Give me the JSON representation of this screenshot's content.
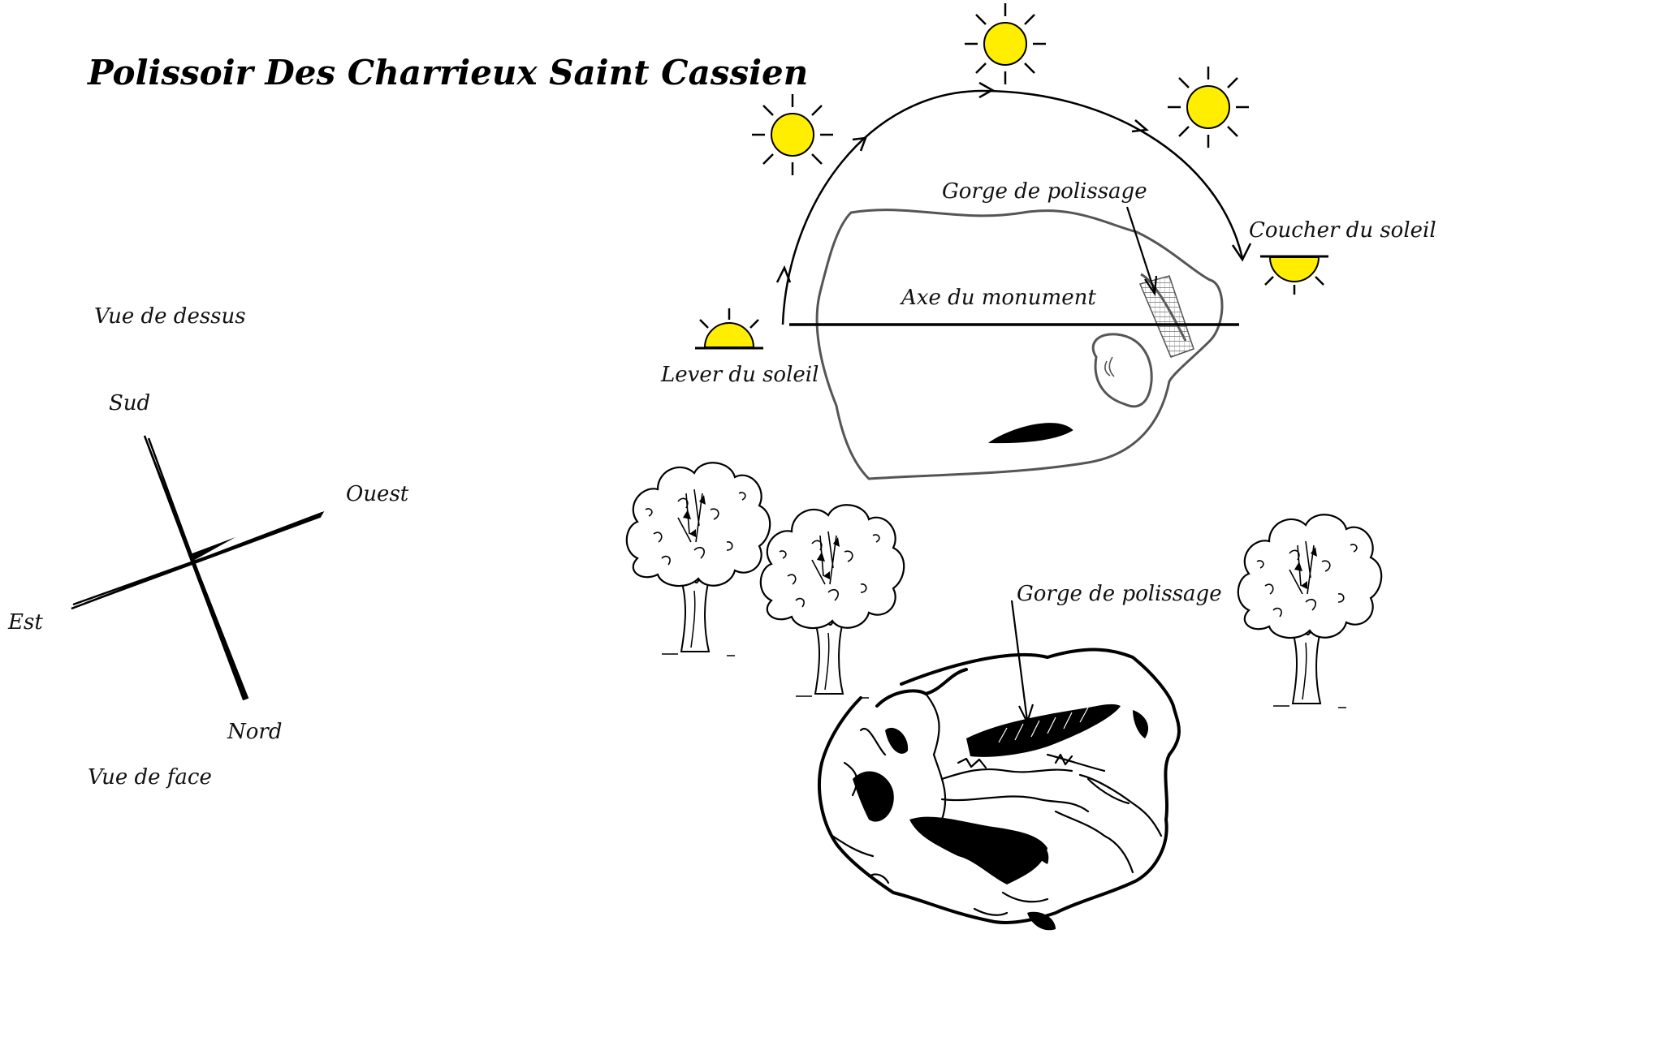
{
  "title": "Polissoir Des Charrieux Saint Cassien",
  "labels": {
    "vue_dessus": "Vue de dessus",
    "vue_face": "Vue de face",
    "lever": "Lever du soleil",
    "coucher": "Coucher du soleil",
    "gorge_top": "Gorge de polissage",
    "axe": "Axe du monument",
    "gorge_bottom": "Gorge de polissage"
  },
  "compass": {
    "sud": "Sud",
    "nord": "Nord",
    "est": "Est",
    "ouest": "Ouest"
  },
  "colors": {
    "sun": "#ffee00",
    "ink": "#000000",
    "stone_outline": "#555555"
  },
  "icons": {
    "sun": "sun-icon",
    "tree": "tree-icon",
    "compass": "compass-icon"
  }
}
